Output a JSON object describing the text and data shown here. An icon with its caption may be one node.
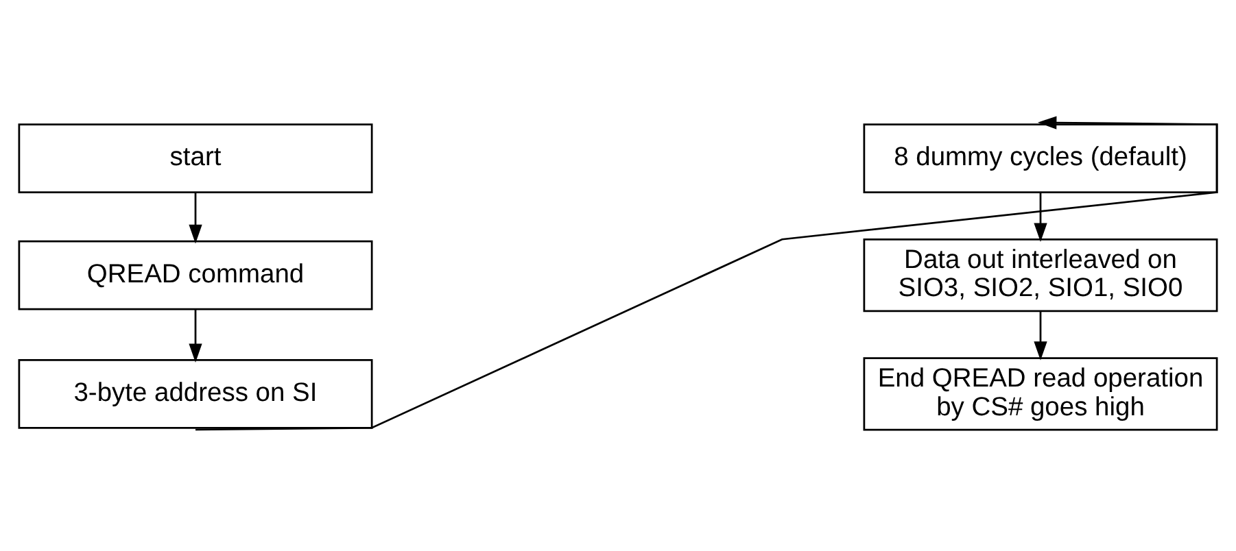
{
  "diagram": {
    "nodes": [
      {
        "text": [
          "start"
        ]
      },
      {
        "text": [
          "QREAD command"
        ]
      },
      {
        "text": [
          "3-byte address on SI"
        ]
      },
      {
        "text": [
          "8 dummy cycles (default)"
        ]
      },
      {
        "text": [
          "Data out interleaved on SIO3, SIO2, SIO1, SIO0"
        ]
      },
      {
        "text": [
          "End QREAD read operation by CS# goes high"
        ]
      }
    ],
    "edges": [
      {
        "from": 0,
        "to": 1,
        "arrow": "to"
      },
      {
        "from": 1,
        "to": 2,
        "arrow": "to"
      },
      {
        "from": 2,
        "to": 3,
        "arrow": "to"
      },
      {
        "from": 3,
        "to": 4,
        "arrow": "to"
      },
      {
        "from": 4,
        "to": 5,
        "arrow": "to"
      }
    ]
  }
}
